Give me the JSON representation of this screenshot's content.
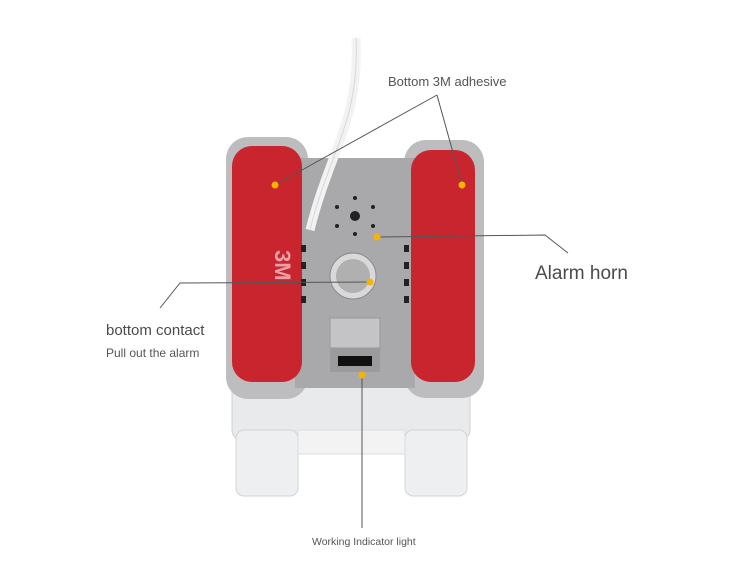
{
  "callouts": {
    "adhesive": "Bottom 3M adhesive",
    "horn": "Alarm horn",
    "contact_title": "bottom contact",
    "contact_sub": "Pull out the alarm",
    "indicator": "Working Indicator light"
  },
  "pad_brand": "3M",
  "colors": {
    "pad": "#c9252e",
    "dot": "#f5b400",
    "body": "#b8b8b8",
    "line": "#555555"
  }
}
